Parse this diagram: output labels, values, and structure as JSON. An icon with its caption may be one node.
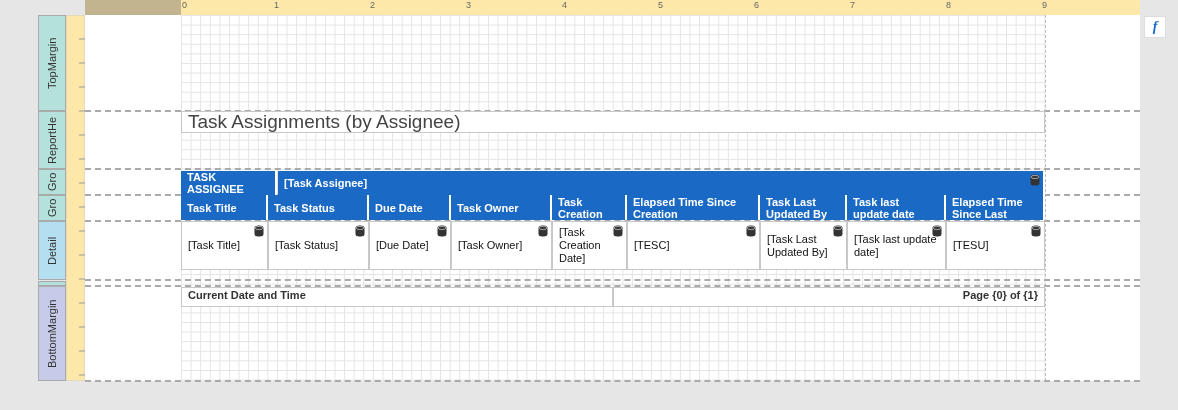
{
  "diagram": {
    "nodes": [
      {
        "text": [
          "TopMargin"
        ]
      },
      {
        "text": [
          "ReportHe"
        ]
      },
      {
        "text": [
          "Gro"
        ]
      },
      {
        "text": [
          "Gro"
        ]
      },
      {
        "text": [
          "Detail"
        ]
      },
      {
        "text": [
          "BottomMargin"
        ]
      },
      {
        "text": [
          "Task Assignments (by Assignee)"
        ]
      },
      {
        "text": [
          "TASK ASSIGNEE"
        ]
      },
      {
        "text": [
          "[Task Assignee]"
        ]
      },
      {
        "text": [
          "Task Title"
        ]
      },
      {
        "text": [
          "Task Status"
        ]
      },
      {
        "text": [
          "Due Date"
        ]
      },
      {
        "text": [
          "Task Owner"
        ]
      },
      {
        "text": [
          "Task Creation"
        ]
      },
      {
        "text": [
          "Elapsed Time Since Creation"
        ]
      },
      {
        "text": [
          "Task Last Updated By"
        ]
      },
      {
        "text": [
          "Task last update date"
        ]
      },
      {
        "text": [
          "Elapsed Time Since Last"
        ]
      },
      {
        "text": [
          "[Task Title]"
        ]
      },
      {
        "text": [
          "[Task Status]"
        ]
      },
      {
        "text": [
          "[Due Date]"
        ]
      },
      {
        "text": [
          "[Task Owner]"
        ]
      },
      {
        "text": [
          "[Task Creation Date]"
        ]
      },
      {
        "text": [
          "[TESC]"
        ]
      },
      {
        "text": [
          "[Task Last Updated By]"
        ]
      },
      {
        "text": [
          "[Task last update date]"
        ]
      },
      {
        "text": [
          "[TESU]"
        ]
      },
      {
        "text": [
          "Current Date and Time"
        ]
      },
      {
        "text": [
          "Page {0} of {1}"
        ]
      }
    ],
    "labels": [
      "0",
      "1",
      "2",
      "3",
      "4",
      "5",
      "6",
      "7",
      "8",
      "9",
      "f"
    ]
  }
}
